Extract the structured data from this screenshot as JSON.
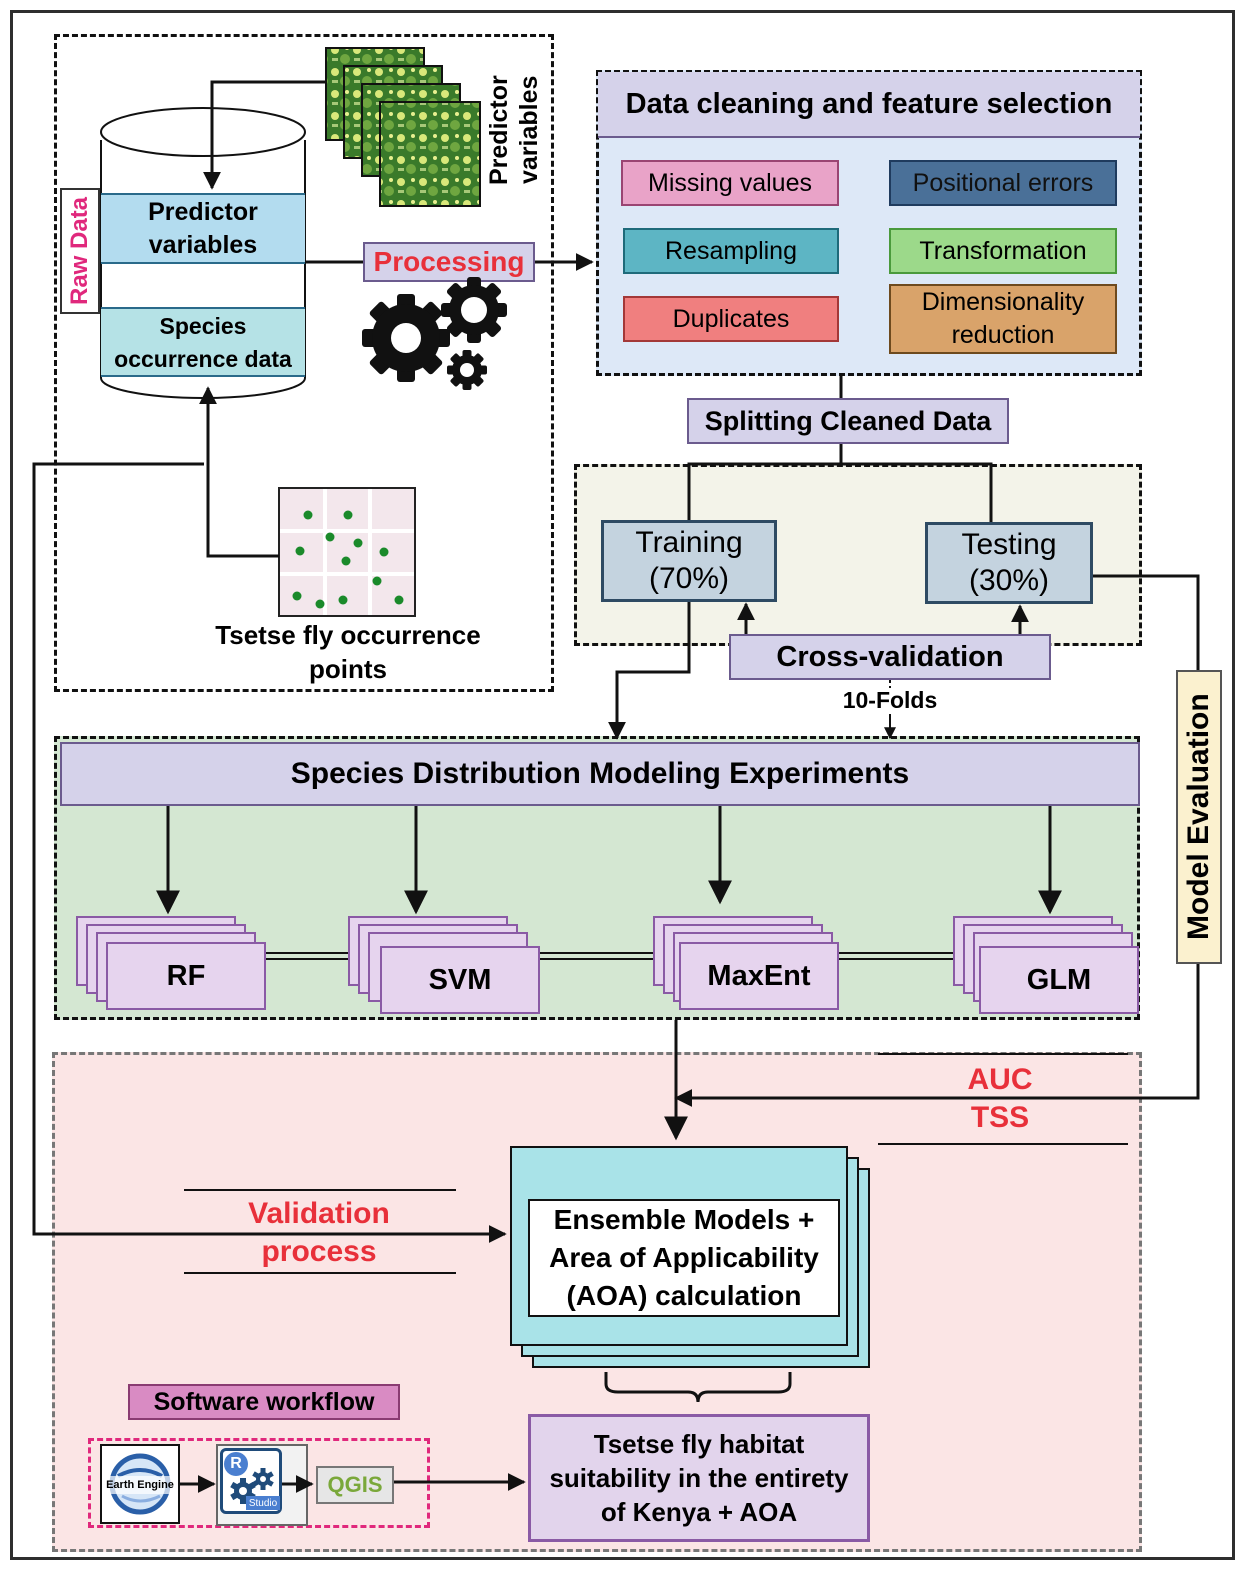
{
  "raw": {
    "raw_data_label": "Raw Data",
    "predictor_db_label": "Predictor variables",
    "species_db_label": "Species occurrence data",
    "predictor_layers_label": "Predictor variables",
    "occurrence_label": "Tsetse fly occurrence points",
    "processing_label": "Processing"
  },
  "cleaning": {
    "title": "Data cleaning and feature selection",
    "missing": "Missing values",
    "positional": "Positional errors",
    "resampling": "Resampling",
    "transformation": "Transformation",
    "duplicates": "Duplicates",
    "dimensionality": "Dimensionality reduction"
  },
  "split": {
    "title": "Splitting Cleaned Data",
    "training": "Training (70%)",
    "testing": "Testing (30%)",
    "cv": "Cross-validation",
    "folds": "10-Folds"
  },
  "sdm": {
    "title": "Species Distribution Modeling Experiments",
    "models": [
      "RF",
      "SVM",
      "MaxEnt",
      "GLM"
    ]
  },
  "evaluation": {
    "label": "Model Evaluation",
    "auc": "AUC",
    "tss": "TSS"
  },
  "ensemble": {
    "validation_1": "Validation",
    "validation_2": "process",
    "title": "Ensemble Models + Area of Applicability (AOA) calculation",
    "result": "Tsetse fly habitat suitability in the entirety of Kenya + AOA"
  },
  "software": {
    "title": "Software workflow",
    "earth_engine": "Earth Engine",
    "rstudio_r": "R",
    "rstudio": "Studio",
    "qgis": "QGIS"
  },
  "colors": {
    "missing": "#e9a3c8",
    "positional": "#4a7098",
    "resampling": "#5db5c4",
    "transformation": "#9cd98a",
    "duplicates": "#f07f7f",
    "dimensionality": "#d9a36a",
    "accent_red": "#e8303a",
    "accent_pink": "#e0287c"
  }
}
